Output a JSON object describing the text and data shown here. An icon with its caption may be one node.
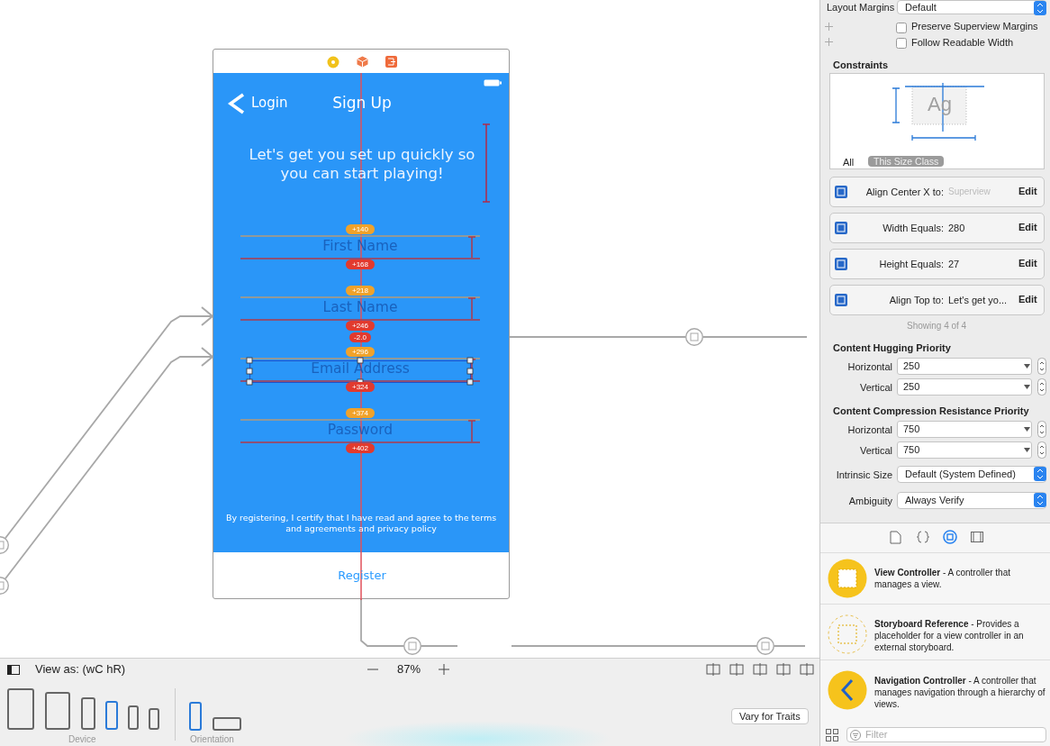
{
  "diagram": {
    "nodes": [
      {
        "text": [
          "Login",
          "Sign Up",
          "Let's get you set up quickly so you can start playing!",
          "By registering, I certify that I have read and agree to the terms and agreements and privacy policy",
          "Register"
        ]
      },
      {
        "text": [
          "First Name"
        ],
        "in": 0,
        "beside": [
          "+140",
          "+168"
        ]
      },
      {
        "text": [
          "Last Name"
        ],
        "in": 0,
        "beside": [
          "+218",
          "+246"
        ]
      },
      {
        "text": [
          "Email Address"
        ],
        "in": 0,
        "beside": [
          "+296",
          "+324"
        ]
      },
      {
        "text": [
          "Password"
        ],
        "in": 0,
        "beside": [
          "+374",
          "+402"
        ]
      },
      {
        "text": [],
        "shape": "circle"
      },
      {
        "text": [],
        "shape": "circle"
      },
      {
        "text": [],
        "shape": "circle"
      },
      {
        "text": [],
        "shape": "circle"
      },
      {
        "text": [],
        "shape": "circle"
      }
    ],
    "edges": [
      {
        "from": 5,
        "to": 0,
        "arrow": "to"
      },
      {
        "from": 6,
        "to": 0,
        "arrow": "to"
      },
      {
        "from": 0,
        "to": 7,
        "arrow": "none"
      },
      {
        "from": 7,
        "to": null,
        "arrow": "none"
      },
      {
        "from": 0,
        "to": 8,
        "arrow": "none"
      },
      {
        "from": 8,
        "to": null,
        "arrow": "none"
      },
      {
        "from": null,
        "to": 9,
        "arrow": "none"
      },
      {
        "from": 9,
        "to": null,
        "arrow": "none"
      }
    ],
    "labels": [
      "Layout Margins",
      "Default",
      "Preserve Superview Margins",
      "Follow Readable Width",
      "Constraints",
      "Ag",
      "All",
      "This Size Class",
      "Align Center X to:",
      "Superview",
      "Edit",
      "Width Equals:",
      "280",
      "Edit",
      "Height Equals:",
      "27",
      "Edit",
      "Align Top to:",
      "Let's get yo...",
      "Edit",
      "Showing 4 of 4",
      "Content Hugging Priority",
      "Horizontal",
      "250",
      "Vertical",
      "250",
      "Content Compression Resistance Priority",
      "Horizontal",
      "750",
      "Vertical",
      "750",
      "Intrinsic Size",
      "Default (System Defined)",
      "Ambiguity",
      "Always Verify",
      "**View Controller** - A controller that manages a view.",
      "**Storyboard Reference** - Provides a placeholder for a view controller in an external storyboard.",
      "**Navigation Controller** - A controller that manages navigation through a hierarchy of views.",
      "Filter",
      "View as: (wC hR)",
      "87%",
      "Vary for Traits",
      "Device",
      "Orientation",
      "-2.0"
    ]
  }
}
